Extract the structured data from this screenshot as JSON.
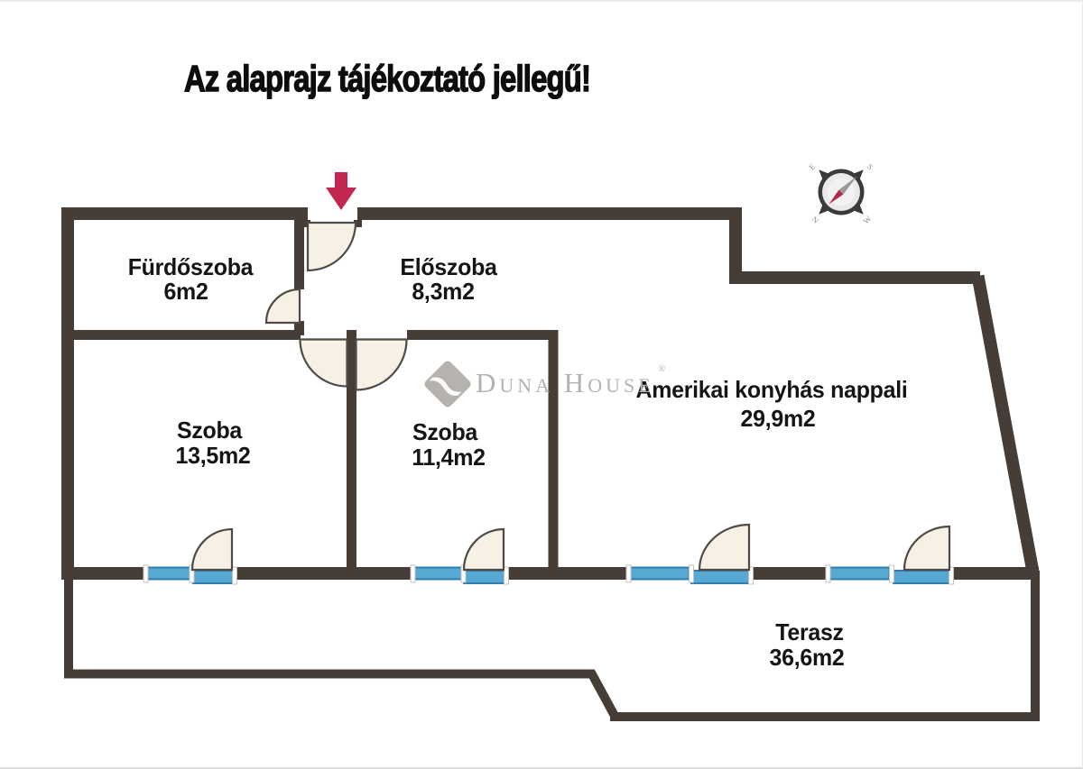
{
  "title": "Az alaprajz tájékoztató jellegű!",
  "watermark": {
    "brand": "Duna House",
    "registered": "®"
  },
  "compass": {
    "nw": "E",
    "ne": "S",
    "se": "W",
    "sw": "N"
  },
  "rooms": [
    {
      "id": "furdoszoba",
      "name": "Fürdőszoba",
      "area": "6m2"
    },
    {
      "id": "eloszoba",
      "name": "Előszoba",
      "area": "8,3m2"
    },
    {
      "id": "szoba1",
      "name": "Szoba",
      "area": "13,5m2"
    },
    {
      "id": "szoba2",
      "name": "Szoba",
      "area": "11,4m2"
    },
    {
      "id": "nappali",
      "name": "Amerikai konyhás nappali",
      "area": "29,9m2"
    },
    {
      "id": "terasz",
      "name": "Terasz",
      "area": "36,6m2"
    }
  ],
  "colors": {
    "wall": "#463d36",
    "window_fill": "#58a8d4",
    "window_stroke": "#2f7fae",
    "door_fill": "#f7f1e5",
    "door_stroke": "#4f4a45",
    "arrow": "#c32750",
    "watermark": "#b5b1ae",
    "text": "#151515"
  }
}
